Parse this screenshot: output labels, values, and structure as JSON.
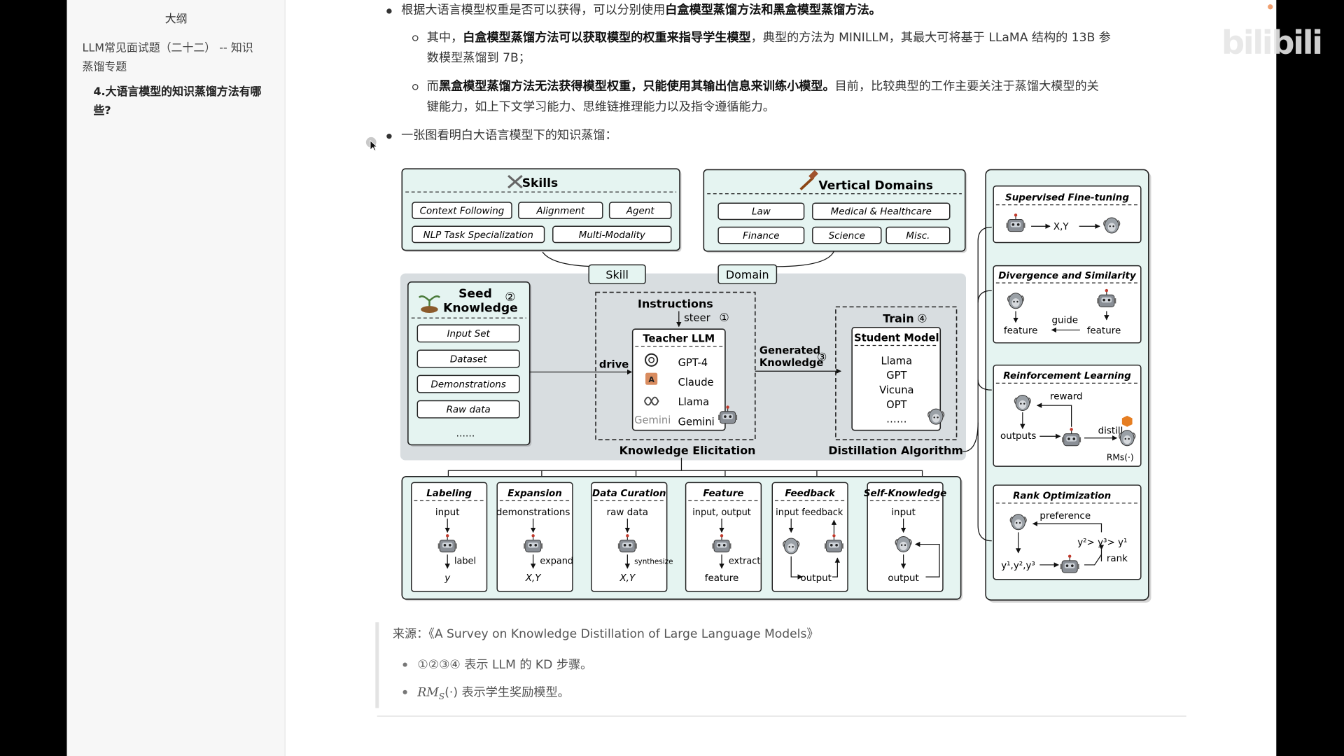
{
  "sidebar": {
    "title": "大纲",
    "items": [
      {
        "label_line1": "LLM常见面试题（二十二） -- 知识",
        "label_line2": "蒸馏专题"
      },
      {
        "label_line1": "4.大语言模型的知识蒸馏方法有哪",
        "label_line2": "些?"
      }
    ]
  },
  "content": {
    "p1_a": "根据大语言模型权重是否可以获得，可以分别使用",
    "p1_b": "白盒模型蒸馏方法和黑盒模型蒸馏方法。",
    "p2_a": "其中，",
    "p2_b": "白盒模型蒸馏方法可以获取模型的权重来指导学生模型",
    "p2_c": "，典型的方法为 MINILLM，其最大可将基于 LLaMA 结构的 13B 参",
    "p2_d": "数模型蒸馏到 7B；",
    "p3_a": "而",
    "p3_b": "黑盒模型蒸馏方法无法获得模型权重，只能使用其输出信息来训练小模型。",
    "p3_c": "目前，比较典型的工作主要关注于蒸馏大模型的关",
    "p3_d": "键能力，如上下文学习能力、思维链推理能力以及指令遵循能力。",
    "p4": "一张图看明白大语言模型下的知识蒸馏："
  },
  "quote": {
    "source": "来源：《A Survey on Knowledge Distillation of Large Language Models》",
    "note1": "①②③④ 表示 LLM 的 KD 步骤。",
    "note2_math": "RM",
    "note2_sub": "S",
    "note2_arg": "(·)",
    "note2_text": " 表示学生奖励模型。"
  },
  "watermark": "bilibili",
  "figure": {
    "skills": {
      "title": "Skills",
      "items": [
        "Context Following",
        "Alignment",
        "Agent",
        "NLP Task Specialization",
        "Multi-Modality"
      ]
    },
    "domains": {
      "title": "Vertical Domains",
      "items": [
        "Law",
        "Medical & Healthcare",
        "Finance",
        "Science",
        "Misc."
      ]
    },
    "skill_tag": "Skill",
    "domain_tag": "Domain",
    "seed": {
      "title1": "Seed",
      "title2": "Knowledge",
      "num": "②",
      "items": [
        "Input Set",
        "Dataset",
        "Demonstrations",
        "Raw data",
        "……"
      ]
    },
    "instructions": "Instructions",
    "steer": "steer",
    "steer_num": "①",
    "drive": "drive",
    "teacher": {
      "title": "Teacher LLM",
      "models": [
        "GPT-4",
        "Claude",
        "Llama",
        "Gemini"
      ],
      "gemini_logo": "Gemini"
    },
    "knowledge_elicitation": "Knowledge Elicitation",
    "generated1": "Generated",
    "generated2": "Knowledge",
    "generated_num": "③",
    "train": "Train",
    "train_num": "④",
    "student": {
      "title": "Student Model",
      "models": [
        "Llama",
        "GPT",
        "Vicuna",
        "OPT",
        "……"
      ]
    },
    "distillation_algorithm": "Distillation Algorithm",
    "methods": [
      {
        "title": "Labeling",
        "top": "input",
        "side": "label",
        "bottom": "y"
      },
      {
        "title": "Expansion",
        "top": "demonstrations",
        "side": "expand",
        "bottom": "X,Y"
      },
      {
        "title": "Data Curation",
        "top": "raw data",
        "side": "synthesize",
        "bottom": "X,Y"
      },
      {
        "title": "Feature",
        "top": "input, output",
        "side": "extract",
        "bottom": "feature"
      },
      {
        "title": "Feedback",
        "top": "input  feedback",
        "side": "",
        "bottom": "output"
      },
      {
        "title": "Self-Knowledge",
        "top": "input",
        "side": "",
        "bottom": "output"
      }
    ],
    "algos": {
      "sft": {
        "title": "Supervised Fine-tuning",
        "label": "X,Y"
      },
      "div": {
        "title": "Divergence and Similarity",
        "f1": "feature",
        "guide": "guide",
        "f2": "feature"
      },
      "rl": {
        "title": "Reinforcement Learning",
        "reward": "reward",
        "outputs": "outputs",
        "distill": "distill",
        "rm": "RMs(·)"
      },
      "rank": {
        "title": "Rank Optimization",
        "preference": "preference",
        "order": "y²> y³> y¹",
        "rank": "rank",
        "ys": "y¹,y²,y³"
      }
    }
  }
}
